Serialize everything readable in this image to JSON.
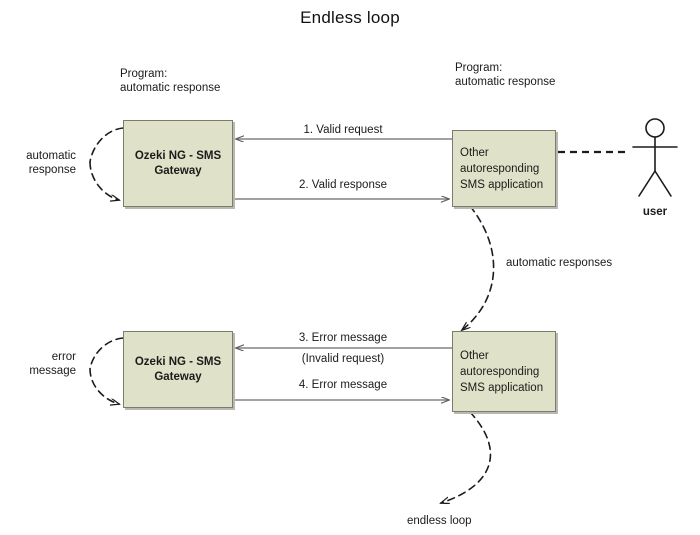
{
  "diagram": {
    "title": "Endless loop",
    "nodes": [
      {
        "id": "gw-top",
        "label": "Ozeki NG -\nSMS Gateway",
        "caption": "Program:\nautomatic response",
        "side_label": "automatic\nresponse"
      },
      {
        "id": "app-top",
        "label": "Other\nautoresponding\nSMS application",
        "caption": "Program:\nautomatic response"
      },
      {
        "id": "gw-bot",
        "label": "Ozeki NG -\nSMS Gateway",
        "side_label": "error\nmessage"
      },
      {
        "id": "app-bot",
        "label": "Other\nautoresponding\nSMS application"
      }
    ],
    "actor": {
      "name": "user"
    },
    "messages": [
      {
        "n": "1",
        "label": "1. Valid request",
        "direction": "right-to-left"
      },
      {
        "n": "2",
        "label": "2. Valid response",
        "direction": "left-to-right"
      },
      {
        "n": "3",
        "label": "3. Error message",
        "sublabel": "(Invalid request)",
        "direction": "right-to-left"
      },
      {
        "n": "4",
        "label": "4. Error message",
        "direction": "left-to-right"
      }
    ],
    "flow_labels": {
      "middle": "automatic responses",
      "bottom": "endless loop"
    },
    "colors": {
      "node_fill": "#dfe2c8",
      "node_border": "#7b7b6e",
      "arrow": "#6b6b6b",
      "dashed": "#1b1b1b",
      "text": "#1b1b1b",
      "background": "#ffffff"
    }
  }
}
